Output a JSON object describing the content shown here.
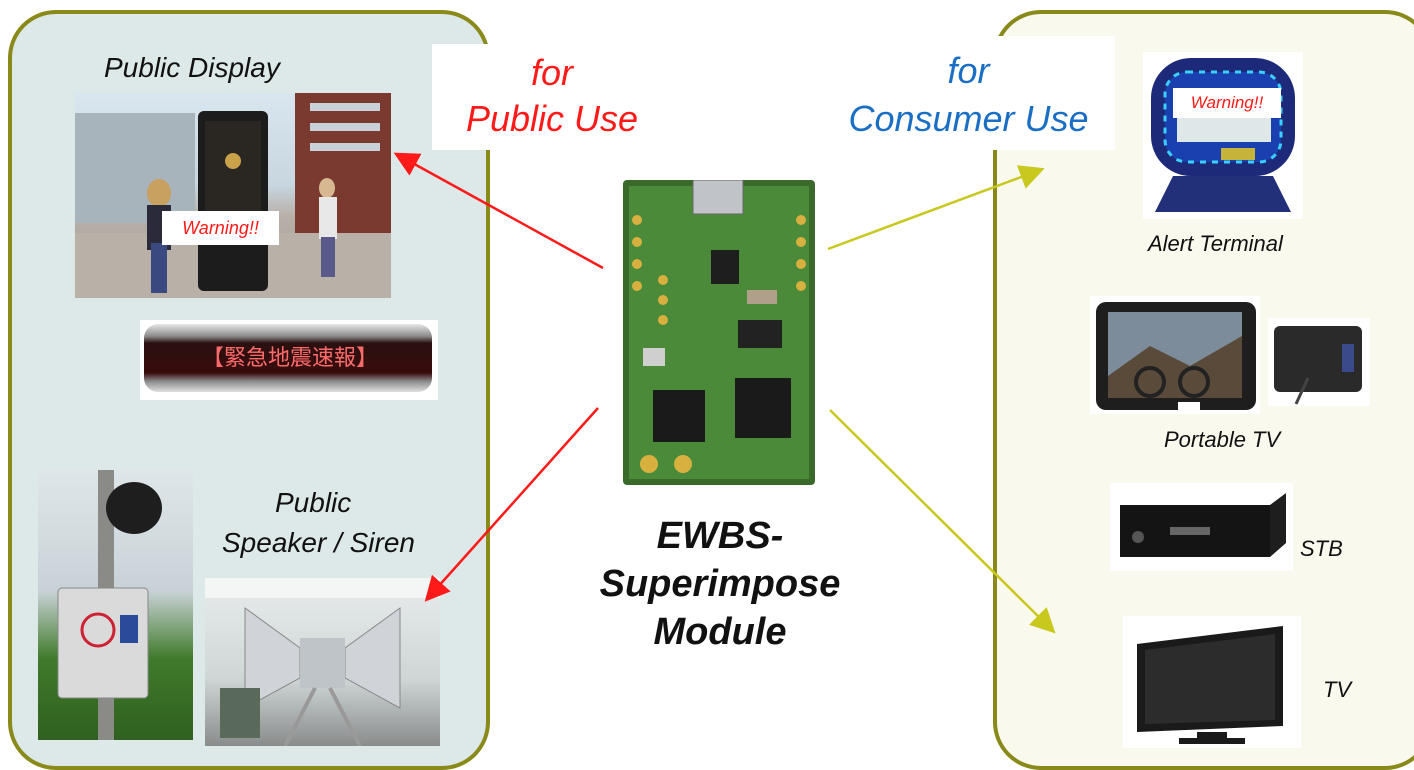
{
  "left": {
    "heading": "for Public Use",
    "heading_lines": [
      "for",
      "Public Use"
    ],
    "public_display_label": "Public Display",
    "warning_text": "Warning!!",
    "led_sign_text": "【緊急地震速報】",
    "speaker_label_lines": [
      "Public",
      "Speaker / Siren"
    ]
  },
  "right": {
    "heading": "for Consumer Use",
    "heading_lines": [
      "for",
      "Consumer Use"
    ],
    "alert_terminal_label": "Alert Terminal",
    "alert_warning_text": "Warning!!",
    "portable_tv_label": "Portable TV",
    "stb_label": "STB",
    "tv_label": "TV"
  },
  "center": {
    "module_title_lines": [
      "EWBS-",
      "Superimpose",
      "Module"
    ]
  },
  "colors": {
    "public_accent": "#ff1a1a",
    "consumer_accent": "#1a6fc4",
    "consumer_arrow": "#c8c81e",
    "panel_border": "#8a8a1a"
  }
}
